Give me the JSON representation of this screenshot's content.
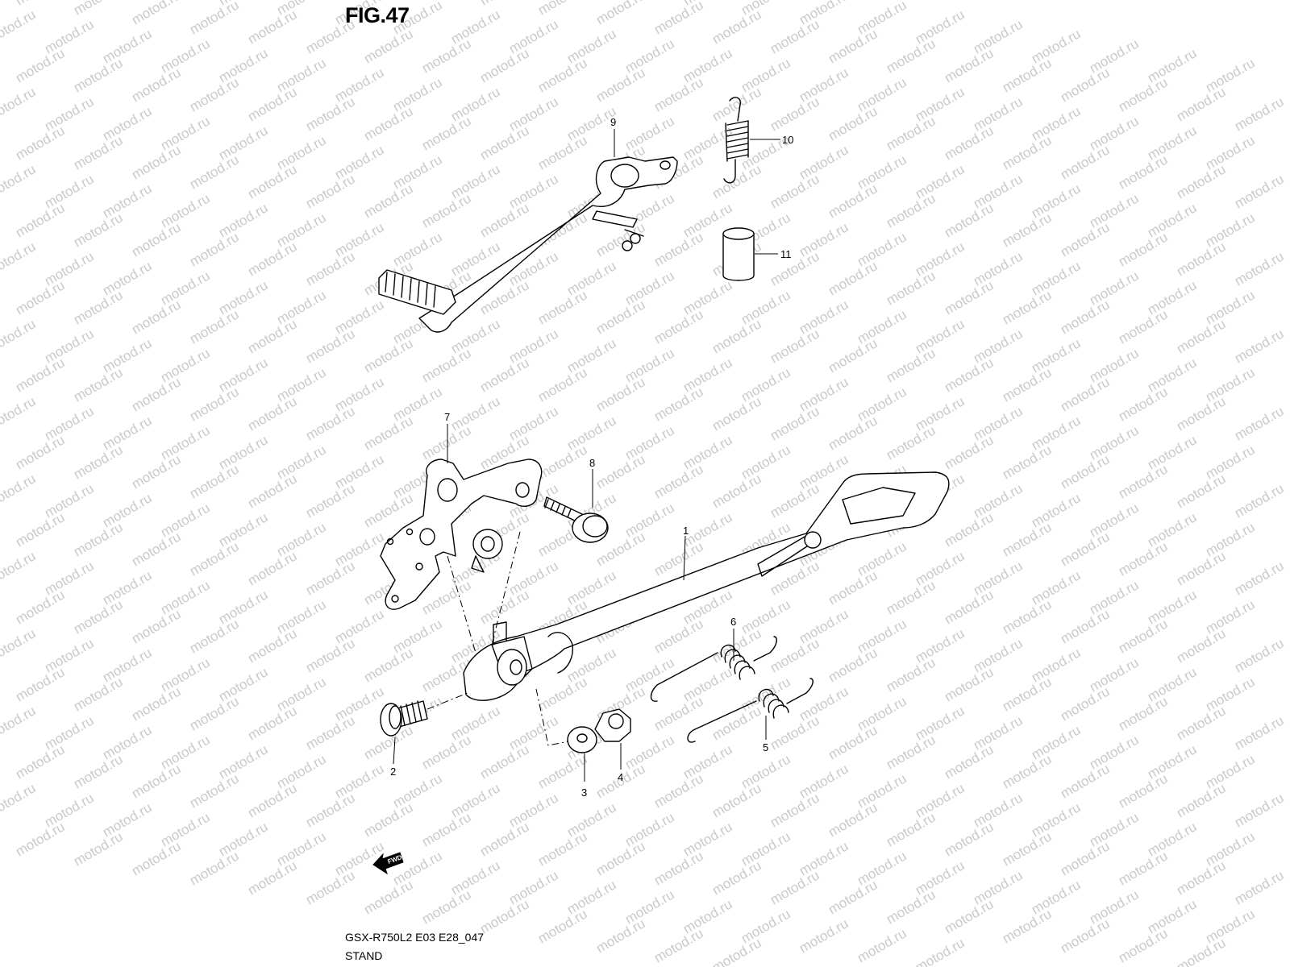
{
  "figure": {
    "title": "FIG.47",
    "model_code": "GSX-R750L2 E03 E28_047",
    "caption": "STAND"
  },
  "watermark": {
    "text": "motod.ru"
  },
  "callouts": [
    "1",
    "2",
    "3",
    "4",
    "5",
    "6",
    "7",
    "8",
    "9",
    "10",
    "11"
  ],
  "direction_marker": {
    "label": "FWD"
  },
  "colors": {
    "line": "#000000",
    "watermark": "#c9c9c9",
    "background": "#ffffff"
  }
}
